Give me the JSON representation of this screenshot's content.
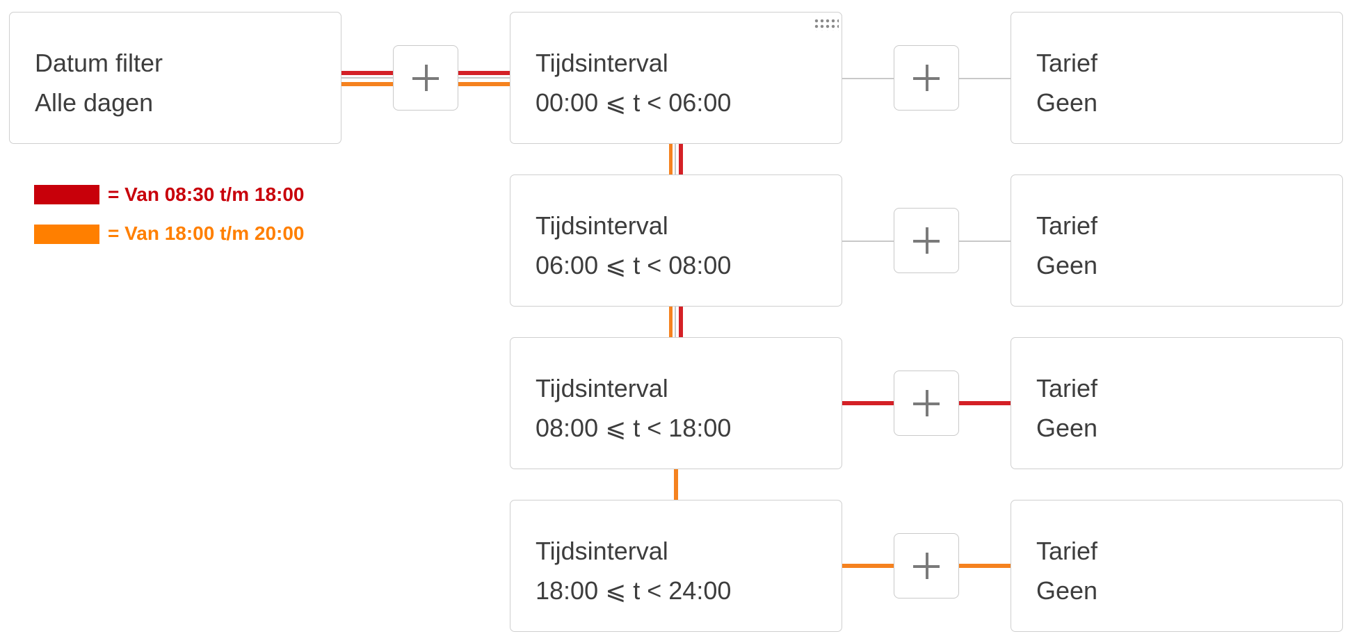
{
  "colors": {
    "red": "#d42026",
    "orange": "#f5821f",
    "gray": "#c8c8c8"
  },
  "date_filter": {
    "title": "Datum filter",
    "value": "Alle dagen"
  },
  "legend": [
    {
      "text": "= Van 08:30 t/m 18:00",
      "color": "#c8000a"
    },
    {
      "text": "= Van 18:00 t/m 20:00",
      "color": "#ff7f00"
    }
  ],
  "intervals": [
    {
      "title": "Tijdsinterval",
      "range": "00:00 ⩽ t < 06:00"
    },
    {
      "title": "Tijdsinterval",
      "range": "06:00 ⩽ t < 08:00"
    },
    {
      "title": "Tijdsinterval",
      "range": "08:00 ⩽ t < 18:00"
    },
    {
      "title": "Tijdsinterval",
      "range": "18:00 ⩽ t < 24:00"
    }
  ],
  "tariffs": [
    {
      "title": "Tarief",
      "value": "Geen"
    },
    {
      "title": "Tarief",
      "value": "Geen"
    },
    {
      "title": "Tarief",
      "value": "Geen"
    },
    {
      "title": "Tarief",
      "value": "Geen"
    }
  ]
}
